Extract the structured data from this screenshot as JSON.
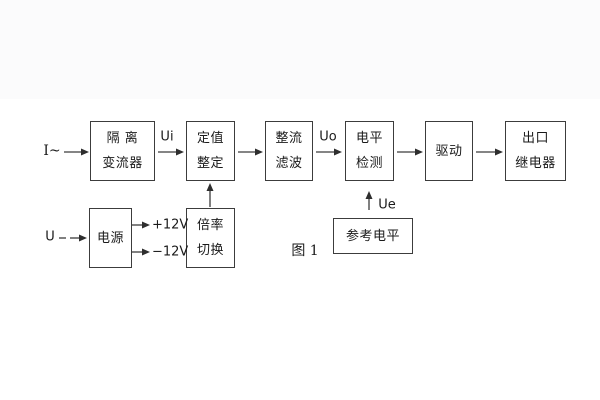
{
  "caption": "图 1",
  "inputs": {
    "current_label": "I~",
    "voltage_label": "U"
  },
  "signals": {
    "ui": "Ui",
    "uo": "Uo",
    "ue": "Ue",
    "plus12v": "+12V",
    "minus12v": "−12V"
  },
  "blocks": {
    "isolation": {
      "line1": "隔 离",
      "line2": "变流器"
    },
    "setting": {
      "line1": "定值",
      "line2": "整定"
    },
    "rectifier": {
      "line1": "整流",
      "line2": "滤波"
    },
    "level_detect": {
      "line1": "电平",
      "line2": "检测"
    },
    "drive": {
      "line1": "驱动"
    },
    "output_relay": {
      "line1": "出口",
      "line2": "继电器"
    },
    "power": {
      "line1": "电源"
    },
    "ratio_switch": {
      "line1": "倍率",
      "line2": "切换"
    },
    "reference_level": {
      "line1": "参考电平"
    }
  },
  "colors": {
    "background": "#ffffff",
    "line": "#3c3c3c",
    "arrowhead": "#2e2e2e",
    "text": "#1a1a1a"
  }
}
